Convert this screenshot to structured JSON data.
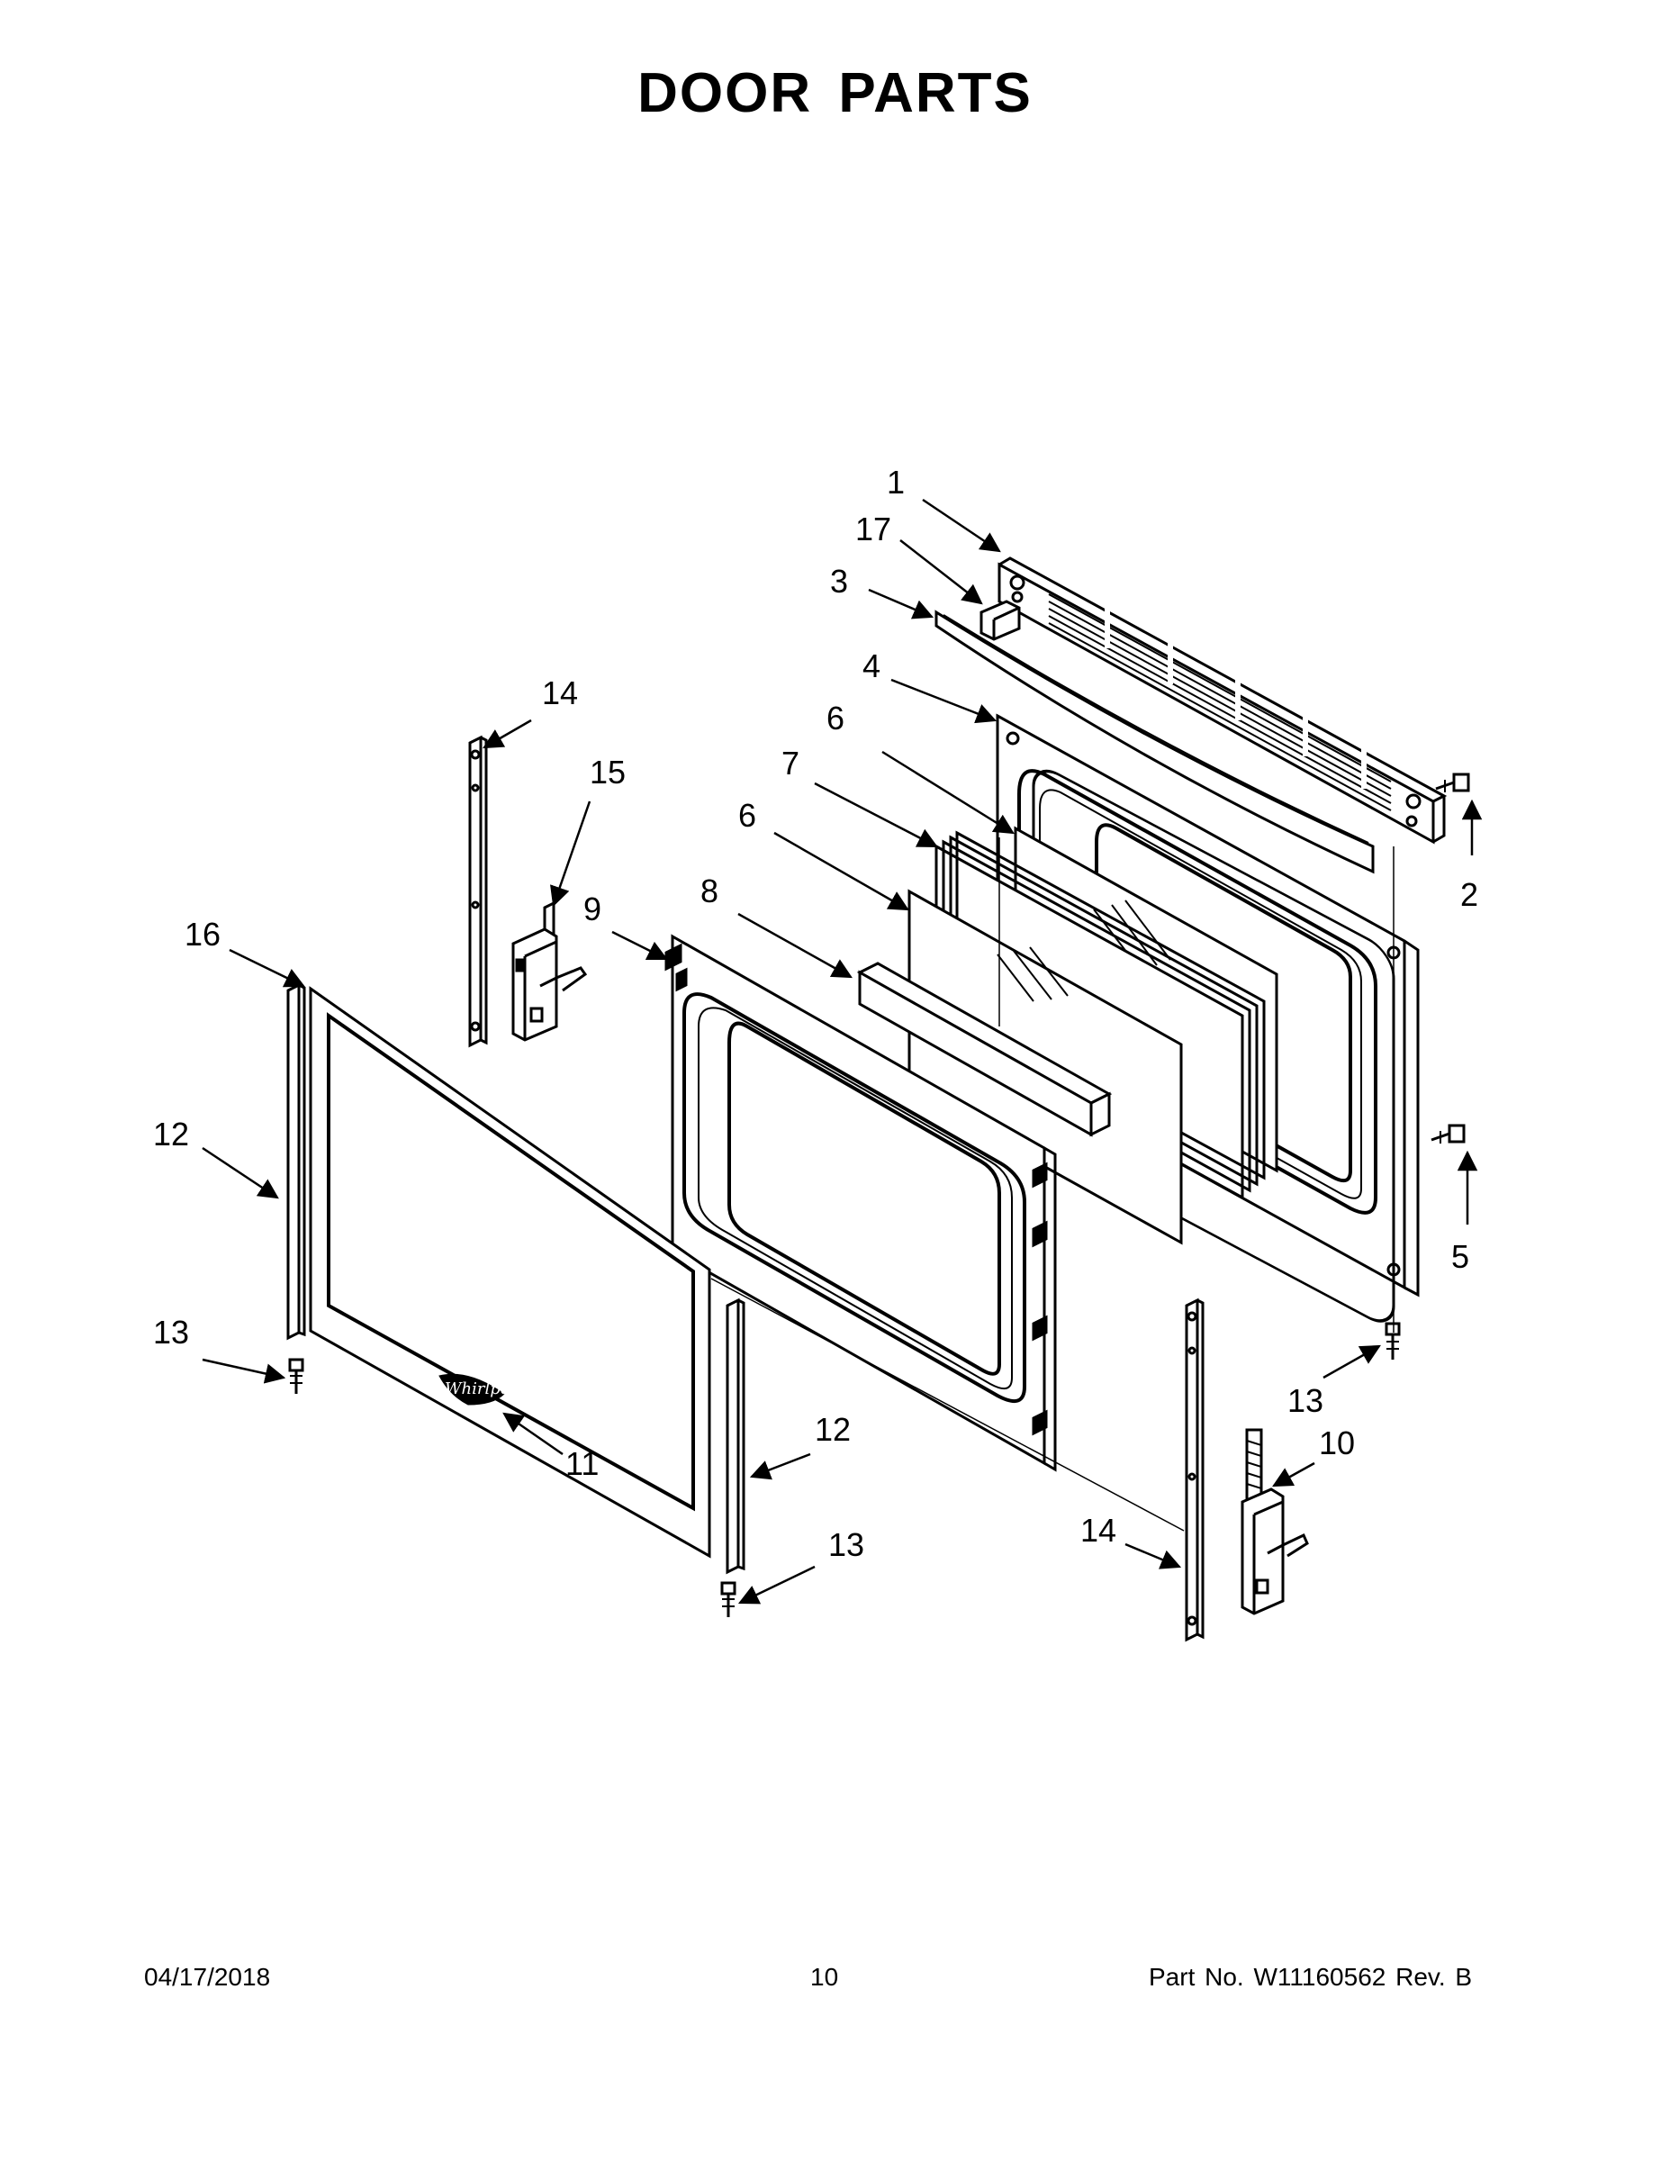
{
  "page": {
    "title": "DOOR PARTS"
  },
  "callouts": [
    "1",
    "2",
    "3",
    "4",
    "5",
    "6",
    "6",
    "7",
    "8",
    "9",
    "10",
    "11",
    "12",
    "12",
    "13",
    "13",
    "13",
    "14",
    "14",
    "15",
    "16",
    "17"
  ],
  "footer": {
    "date": "04/17/2018",
    "page_number": "10",
    "part_number": "Part No.  W11160562  Rev.  B"
  }
}
